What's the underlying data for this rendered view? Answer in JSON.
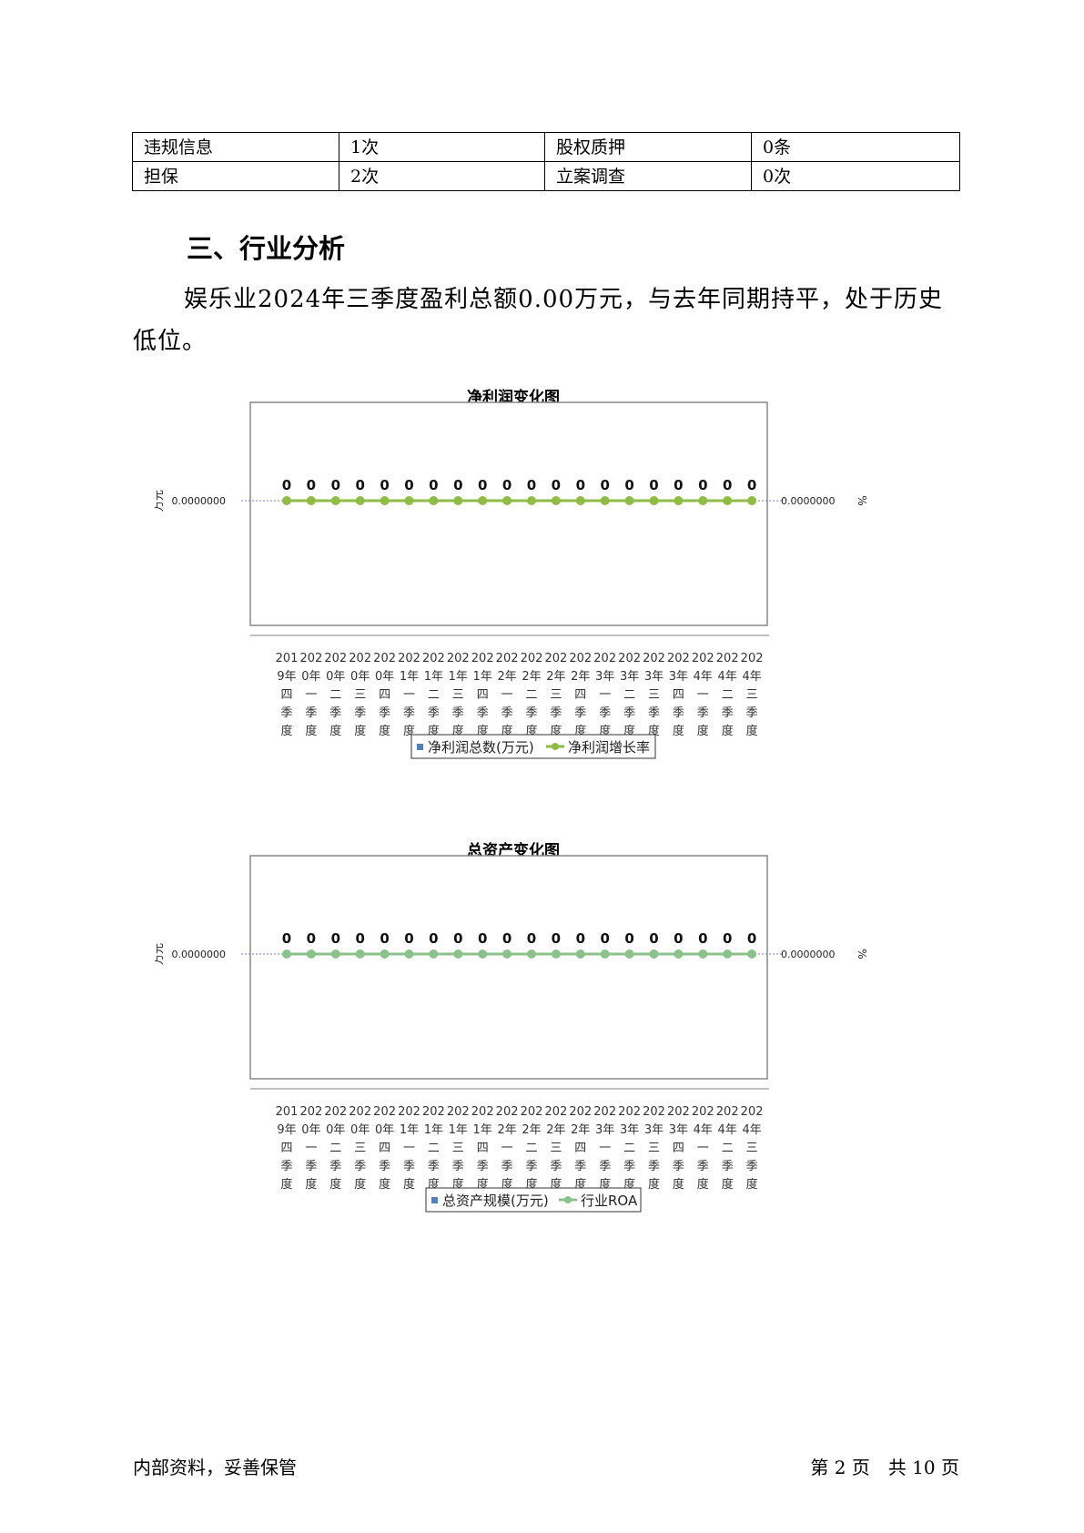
{
  "info_table": {
    "rows": [
      {
        "label1": "违规信息",
        "value1": "1次",
        "label2": "股权质押",
        "value2": "0条"
      },
      {
        "label1": "担保",
        "value1": "2次",
        "label2": "立案调查",
        "value2": "0次"
      }
    ]
  },
  "section": {
    "title": "三、行业分析",
    "paragraph": "娱乐业2024年三季度盈利总额0.00万元，与去年同期持平，处于历史低位。"
  },
  "chart_data": [
    {
      "type": "bar",
      "title": "净利润变化图",
      "categories": [
        "2019年四季度",
        "2020年一季度",
        "2020年二季度",
        "2020年三季度",
        "2020年四季度",
        "2021年一季度",
        "2021年二季度",
        "2021年三季度",
        "2021年四季度",
        "2022年一季度",
        "2022年二季度",
        "2022年三季度",
        "2022年四季度",
        "2023年一季度",
        "2023年二季度",
        "2023年三季度",
        "2023年四季度",
        "2024年一季度",
        "2024年二季度",
        "2024年三季度"
      ],
      "series": [
        {
          "name": "净利润总数(万元)",
          "kind": "bar",
          "axis": "left",
          "values": [
            0,
            0,
            0,
            0,
            0,
            0,
            0,
            0,
            0,
            0,
            0,
            0,
            0,
            0,
            0,
            0,
            0,
            0,
            0,
            0
          ],
          "labels": [
            "0",
            "0",
            "0",
            "0",
            "0",
            "0",
            "0",
            "0",
            "0",
            "0",
            "0",
            "0",
            "0",
            "0",
            "0",
            "0",
            "0",
            "0",
            "0",
            "0"
          ]
        },
        {
          "name": "净利润增长率",
          "kind": "line",
          "axis": "right",
          "values": [
            0,
            0,
            0,
            0,
            0,
            0,
            0,
            0,
            0,
            0,
            0,
            0,
            0,
            0,
            0,
            0,
            0,
            0,
            0,
            0
          ]
        }
      ],
      "ylabel": "万元",
      "y2label": "%",
      "ytick": "0.0000000",
      "y2tick": "0.0000000",
      "legend_position": "bottom",
      "colors": {
        "bar": "#4f81bd",
        "line": "#8fbc45"
      }
    },
    {
      "type": "bar",
      "title": "总资产变化图",
      "categories": [
        "2019年四季度",
        "2020年一季度",
        "2020年二季度",
        "2020年三季度",
        "2020年四季度",
        "2021年一季度",
        "2021年二季度",
        "2021年三季度",
        "2021年四季度",
        "2022年一季度",
        "2022年二季度",
        "2022年三季度",
        "2022年四季度",
        "2023年一季度",
        "2023年二季度",
        "2023年三季度",
        "2023年四季度",
        "2024年一季度",
        "2024年二季度",
        "2024年三季度"
      ],
      "series": [
        {
          "name": "总资产规模(万元)",
          "kind": "bar",
          "axis": "left",
          "values": [
            0,
            0,
            0,
            0,
            0,
            0,
            0,
            0,
            0,
            0,
            0,
            0,
            0,
            0,
            0,
            0,
            0,
            0,
            0,
            0
          ],
          "labels": [
            "0",
            "0",
            "0",
            "0",
            "0",
            "0",
            "0",
            "0",
            "0",
            "0",
            "0",
            "0",
            "0",
            "0",
            "0",
            "0",
            "0",
            "0",
            "0",
            "0"
          ]
        },
        {
          "name": "行业ROA",
          "kind": "line",
          "axis": "right",
          "values": [
            0,
            0,
            0,
            0,
            0,
            0,
            0,
            0,
            0,
            0,
            0,
            0,
            0,
            0,
            0,
            0,
            0,
            0,
            0,
            0
          ]
        }
      ],
      "ylabel": "万元",
      "y2label": "%",
      "ytick": "0.0000000",
      "y2tick": "0.0000000",
      "legend_position": "bottom",
      "colors": {
        "bar": "#4f81bd",
        "line": "#8bc28b"
      }
    }
  ],
  "footer": {
    "left": "内部资料，妥善保管",
    "right": "第 2 页　共 10 页"
  }
}
